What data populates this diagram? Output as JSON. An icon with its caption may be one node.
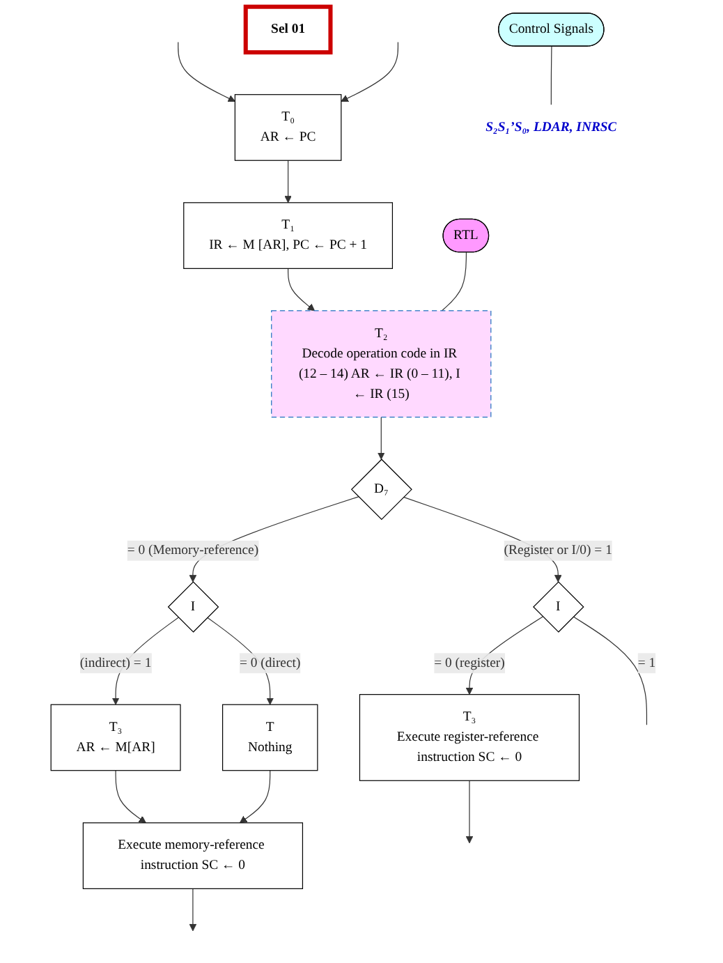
{
  "diagram": {
    "nodes": [
      {
        "text": [
          "T₀",
          "AR ← PC"
        ]
      },
      {
        "text": [
          "T₁",
          "IR ← M [AR], PC ← PC + 1"
        ]
      },
      {
        "text": [
          "T₂",
          "Decode operation code in IR (12 – 14) AR ← IR (0 – 11), I ← IR (15)"
        ]
      },
      {
        "text": [
          "D₇"
        ]
      },
      {
        "text": [
          "I"
        ]
      },
      {
        "text": [
          "I"
        ]
      },
      {
        "text": [
          "T₃",
          "Execute register-reference instruction SC ← 0"
        ]
      },
      {
        "text": [
          "T₃",
          "AR ← M[AR]"
        ]
      },
      {
        "text": [
          "T",
          "Nothing"
        ]
      },
      {
        "text": [
          "Execute memory-reference instruction SC ← 0"
        ]
      },
      {
        "text": [
          "RTL"
        ]
      },
      {
        "text": [
          "Control Signals"
        ]
      },
      {
        "text": [
          "Sel 01"
        ]
      },
      {
        "text": [
          "S₂S₁’S₀, LDAR, INRSC"
        ]
      }
    ],
    "edges": [
      {
        "from": null,
        "to": 0,
        "arrow": "to"
      },
      {
        "from": null,
        "to": 0,
        "arrow": "to"
      },
      {
        "from": 0,
        "to": 1,
        "arrow": "to"
      },
      {
        "from": 1,
        "to": 2,
        "arrow": "to"
      },
      {
        "from": 2,
        "to": 3,
        "arrow": "to"
      },
      {
        "from": 3,
        "to": 4,
        "arrow": "to",
        "label": "(Register or I/0) = 1"
      },
      {
        "from": 3,
        "to": 5,
        "arrow": "to",
        "label": "= 0 (Memory-reference)"
      },
      {
        "from": 4,
        "to": null,
        "arrow": "none",
        "label": "= 1"
      },
      {
        "from": 4,
        "to": 6,
        "arrow": "to",
        "label": "= 0 (register)"
      },
      {
        "from": 5,
        "to": 7,
        "arrow": "to",
        "label": "(indirect) = 1"
      },
      {
        "from": 5,
        "to": 8,
        "arrow": "to",
        "label": "= 0 (direct)"
      },
      {
        "from": 6,
        "to": null,
        "arrow": "to"
      },
      {
        "from": 7,
        "to": 9,
        "arrow": "to"
      },
      {
        "from": 8,
        "to": 9,
        "arrow": "to"
      },
      {
        "from": 9,
        "to": null,
        "arrow": "to"
      },
      {
        "from": 10,
        "to": 2,
        "arrow": "none"
      },
      {
        "from": 11,
        "to": 13,
        "arrow": "none"
      }
    ]
  }
}
